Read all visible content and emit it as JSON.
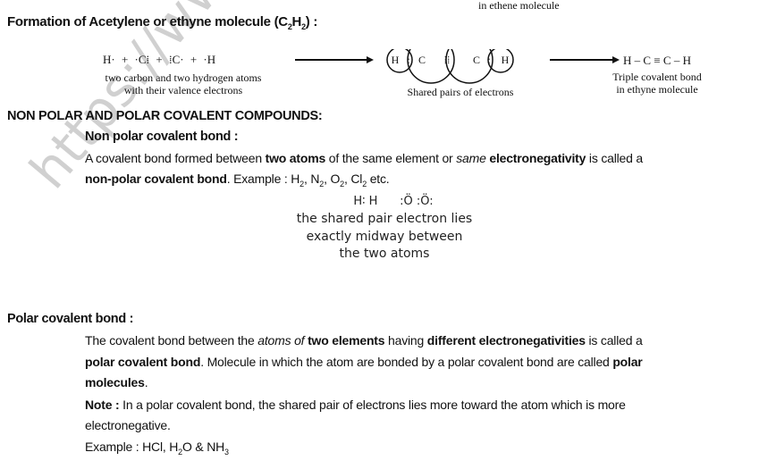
{
  "cut_top_text": "in ethene molecule",
  "title": {
    "text": "Formation of Acetylene or ethyne molecule (C",
    "s1": "2",
    "m": "H",
    "s2": "2",
    "end": ") :"
  },
  "diagram": {
    "reactants": "H· + ·C⁞ + ⁞C· + ·H",
    "reactants_caption": [
      "two carbon and two hydrogen atoms",
      "with their valence electrons"
    ],
    "atoms": [
      "H",
      "C",
      "C",
      "H"
    ],
    "shared_caption": "Shared pairs of electrons",
    "product": "H – C ≡ C – H",
    "product_caption": [
      "Triple covalent bond",
      "in ethyne molecule"
    ]
  },
  "section_heading": "NON POLAR AND POLAR COVALENT COMPOUNDS:",
  "nonpolar": {
    "heading": "Non polar covalent bond :",
    "p1": [
      "A covalent bond formed between ",
      "two atoms",
      " of the same element or ",
      "same",
      " ",
      "electronegativity",
      " is called a"
    ],
    "p2": [
      "non-polar covalent bond",
      ". Example : H",
      "2",
      ", N",
      "2",
      ", O",
      "2",
      ", Cl",
      "2",
      " etc."
    ],
    "examples": "H∶ H      :Ö :Ö:",
    "caption": [
      "the shared pair electron lies",
      "exactly midway between",
      "the two atoms"
    ]
  },
  "polar": {
    "heading": "Polar covalent bond :",
    "l1": [
      "The covalent bond between the ",
      "atoms of",
      " ",
      "two elements",
      " having ",
      "different electronegativities",
      " is called a"
    ],
    "l2": [
      "polar covalent bond",
      ". Molecule in which the atom are bonded by a polar covalent bond are called ",
      "polar"
    ],
    "l3": "molecules",
    "l3end": ".",
    "note_label": "Note :",
    "note": " In a polar covalent bond, the shared pair of electrons lies more toward the atom which is more",
    "note2": "electronegative.",
    "example": [
      "Example : HCl, H",
      "2",
      "O & NH",
      "3"
    ]
  },
  "watermark": "https://www"
}
